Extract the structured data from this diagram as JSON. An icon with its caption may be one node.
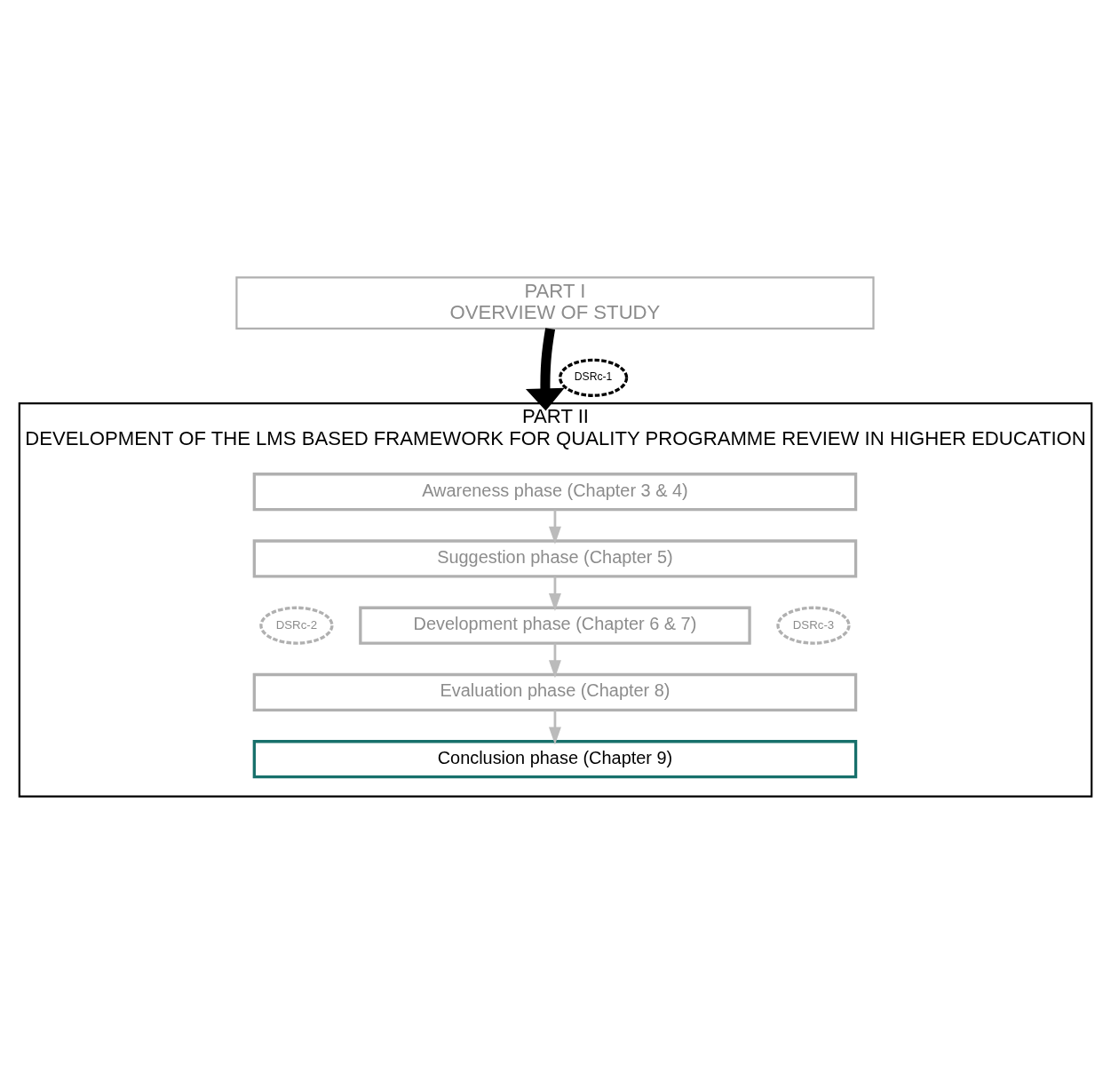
{
  "diagram": {
    "nodes": [
      {
        "text": [
          "PART I",
          "OVERVIEW OF STUDY"
        ]
      },
      {
        "text": [
          "PART II",
          "DEVELOPMENT OF THE LMS BASED FRAMEWORK FOR QUALITY PROGRAMME REVIEW IN HIGHER EDUCATION"
        ]
      },
      {
        "text": [
          "DSRc-1"
        ]
      },
      {
        "text": [
          "Awareness phase (Chapter 3 & 4)"
        ],
        "in": 1
      },
      {
        "text": [
          "Suggestion phase (Chapter 5)"
        ],
        "in": 1
      },
      {
        "text": [
          "DSRc-2"
        ],
        "in": 1
      },
      {
        "text": [
          "Development phase (Chapter 6 & 7)"
        ],
        "in": 1
      },
      {
        "text": [
          "DSRc-3"
        ],
        "in": 1
      },
      {
        "text": [
          "Evaluation phase (Chapter 8)"
        ],
        "in": 1
      },
      {
        "text": [
          "Conclusion phase (Chapter 9)"
        ],
        "in": 1
      }
    ],
    "edges": [
      {
        "from": 0,
        "to": 1,
        "arrow": "to",
        "style": "thick",
        "color": "#000000"
      },
      {
        "from": 3,
        "to": 4,
        "arrow": "to"
      },
      {
        "from": 4,
        "to": 6,
        "arrow": "to"
      },
      {
        "from": 6,
        "to": 8,
        "arrow": "to"
      },
      {
        "from": 8,
        "to": 9,
        "arrow": "to"
      }
    ]
  }
}
